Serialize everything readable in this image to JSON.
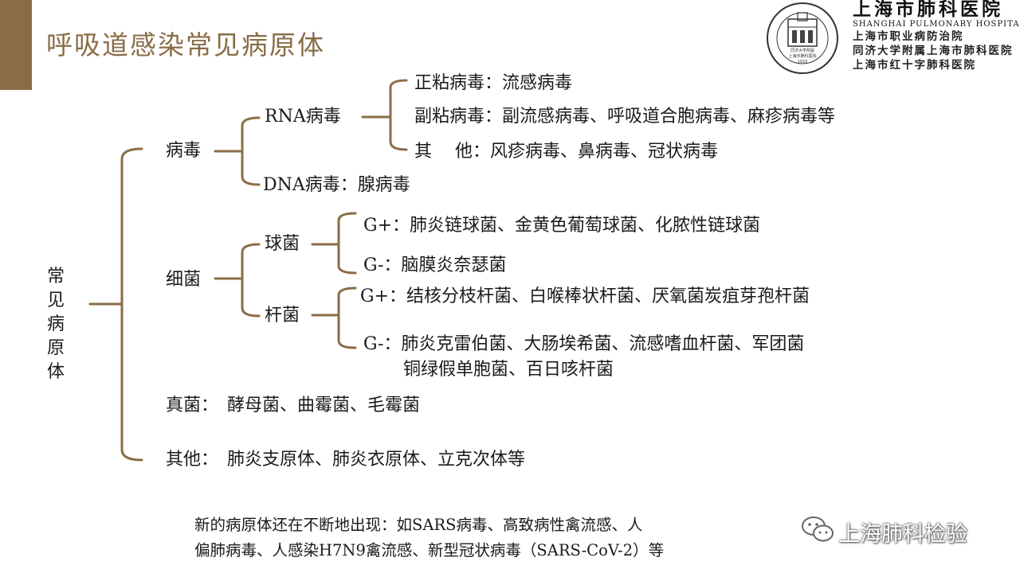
{
  "header": {
    "title": "呼吸道感染常见病原体",
    "accent_color": "#8a6d47"
  },
  "logo": {
    "name": "上海市肺科医院",
    "english": "SHANGHAI PULMONARY HOSPITAL",
    "lines": [
      "上海市职业病防治院",
      "同济大学附属上海市肺科医院",
      "上海市红十字肺科医院"
    ],
    "badge_year": "1933",
    "badge_inner_line1": "同济大学附属",
    "badge_inner_line2": "上海市肺科医院"
  },
  "diagram": {
    "root_label": "常见病原体",
    "virus": {
      "label": "病毒",
      "rna": {
        "label": "RNA病毒",
        "items": [
          "正粘病毒：流感病毒",
          "副粘病毒：副流感病毒、呼吸道合胞病毒、麻疹病毒等",
          "其　 他：风疹病毒、鼻病毒、冠状病毒"
        ]
      },
      "dna": "DNA病毒：腺病毒"
    },
    "bacteria": {
      "label": "细菌",
      "cocci": {
        "label": "球菌",
        "gpos": "G+：肺炎链球菌、金黄色葡萄球菌、化脓性链球菌",
        "gneg": "G-：脑膜炎奈瑟菌"
      },
      "bacilli": {
        "label": "杆菌",
        "gpos": "G+：结核分枝杆菌、白喉棒状杆菌、厌氧菌炭疽芽孢杆菌",
        "gneg_line1": "G-：肺炎克雷伯菌、大肠埃希菌、流感嗜血杆菌、军团菌",
        "gneg_line2": "铜绿假单胞菌、百日咳杆菌"
      }
    },
    "fungi": "真菌：　酵母菌、曲霉菌、毛霉菌",
    "others": "其他：　肺炎支原体、肺炎衣原体、立克次体等",
    "line_color": "#8a6d47"
  },
  "footnote": {
    "line1": "新的病原体还在不断地出现：如SARS病毒、高致病性禽流感、人",
    "line2": "偏肺病毒、人感染H7N9禽流感、新型冠状病毒（SARS-CoV-2）等"
  },
  "watermark": {
    "text": "上海肺科检验",
    "icon": "wechat-icon"
  }
}
